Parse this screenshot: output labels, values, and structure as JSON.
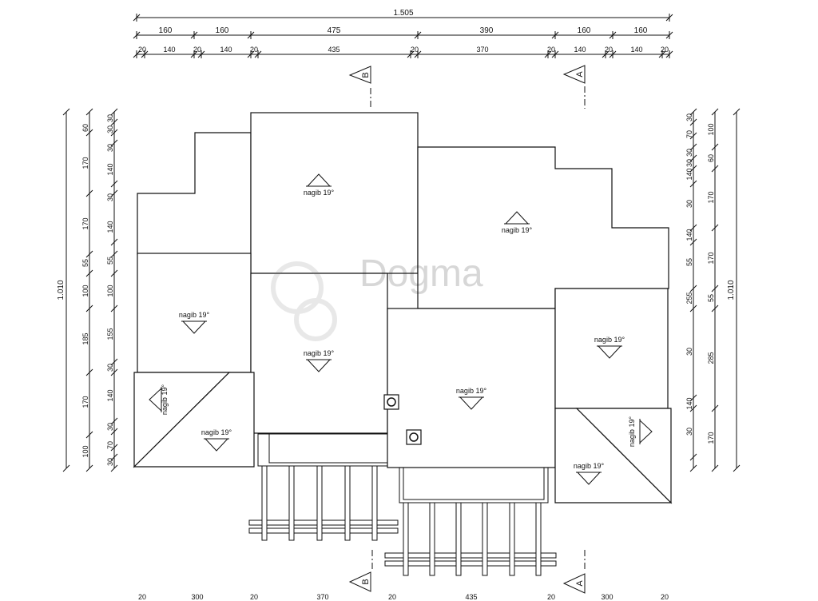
{
  "dimensions": {
    "top_total": "1.505",
    "top_row2": [
      "160",
      "160",
      "475",
      "390",
      "160",
      "160"
    ],
    "top_row3": [
      "20",
      "140",
      "20",
      "140",
      "20",
      "435",
      "20",
      "370",
      "20",
      "140",
      "20",
      "140",
      "20"
    ],
    "bottom_row": [
      "20",
      "300",
      "20",
      "370",
      "20",
      "435",
      "20",
      "300",
      "20"
    ],
    "left_total": "1.010",
    "left_row2": [
      "60",
      "170",
      "170",
      "55",
      "100",
      "185",
      "170",
      "100"
    ],
    "left_row3": [
      "30",
      "30",
      "30",
      "140",
      "30",
      "140",
      "55",
      "100",
      "155",
      "30",
      "140",
      "30",
      "70",
      "30"
    ],
    "right_total": "1.010",
    "right_row2": [
      "100",
      "60",
      "170",
      "170",
      "55",
      "285",
      "170"
    ],
    "right_row3": [
      "30",
      "70",
      "30",
      "30",
      "140",
      "30",
      "140",
      "55",
      "255",
      "30",
      "140",
      "30"
    ]
  },
  "sections": {
    "b_top": "B",
    "a_top": "A",
    "b_bottom": "B",
    "a_bottom": "A"
  },
  "slope_label": "nagib 19°",
  "watermark": "Dogma"
}
